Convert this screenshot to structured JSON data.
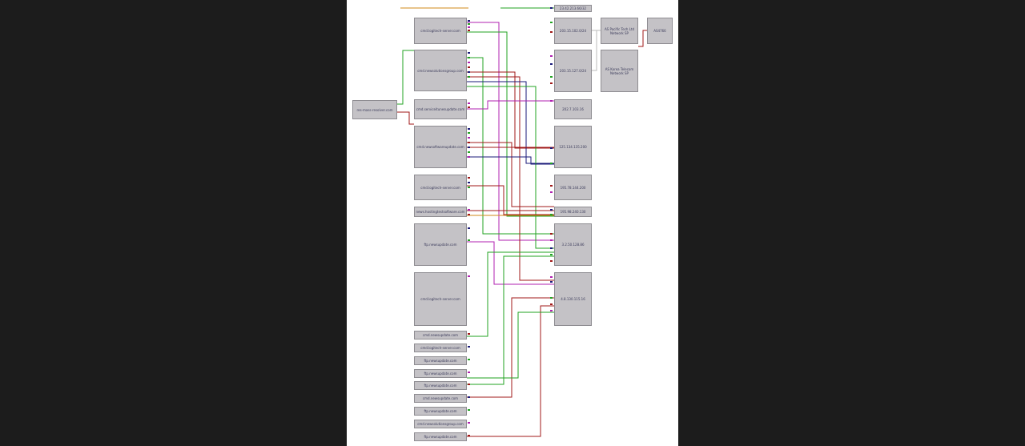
{
  "colors": {
    "background": "#1c1c1c",
    "canvas": "#ffffff",
    "node_fill": "#c4c2c6",
    "node_border": "#8e8c91",
    "edge_red": "#a01818",
    "edge_green": "#22a322",
    "edge_magenta": "#b020b0",
    "edge_navy": "#1a1a7a",
    "edge_orange": "#d28a1a",
    "edge_gray": "#bbbbbb"
  },
  "nodes": {
    "client": "res-mass-resolver.com",
    "hosts": [
      "cmd.logitech-server.com",
      "cmd.newsolutionsgroup.com",
      "cmd.serviceitunesupdate.com",
      "cmd.newsoftwareupdate.com",
      "cmd.logitech-server.com",
      "news.hostingtestsoftware.com",
      "ftp.newsupdate.com",
      "cmd.logitech-server.com",
      "cmd.newsupdate.com",
      "cmd.logitech-server.com",
      "ftp.newsupdate.com",
      "ftp.newsupdate.com",
      "ftp.newsupdate.com",
      "cmd.newsupdate.com",
      "ftp.newsupdate.com",
      "cmd.newsolutionsgroup.com",
      "ftp.newsupdate.com"
    ],
    "ips": [
      "23.42.213.66/32",
      "203.15.102.0/24",
      "203.15.127.0/24",
      "202.7.103.16",
      "125.134.135.200",
      "195.78.144.200",
      "195.98.240.130",
      "3.2.50.128.86",
      "4.8.130.115.16"
    ],
    "asns": [
      "AS Pacific Tech Ltd Network SP",
      "AS Korea Telecom Network SP"
    ],
    "asn_root": "AS4766"
  }
}
